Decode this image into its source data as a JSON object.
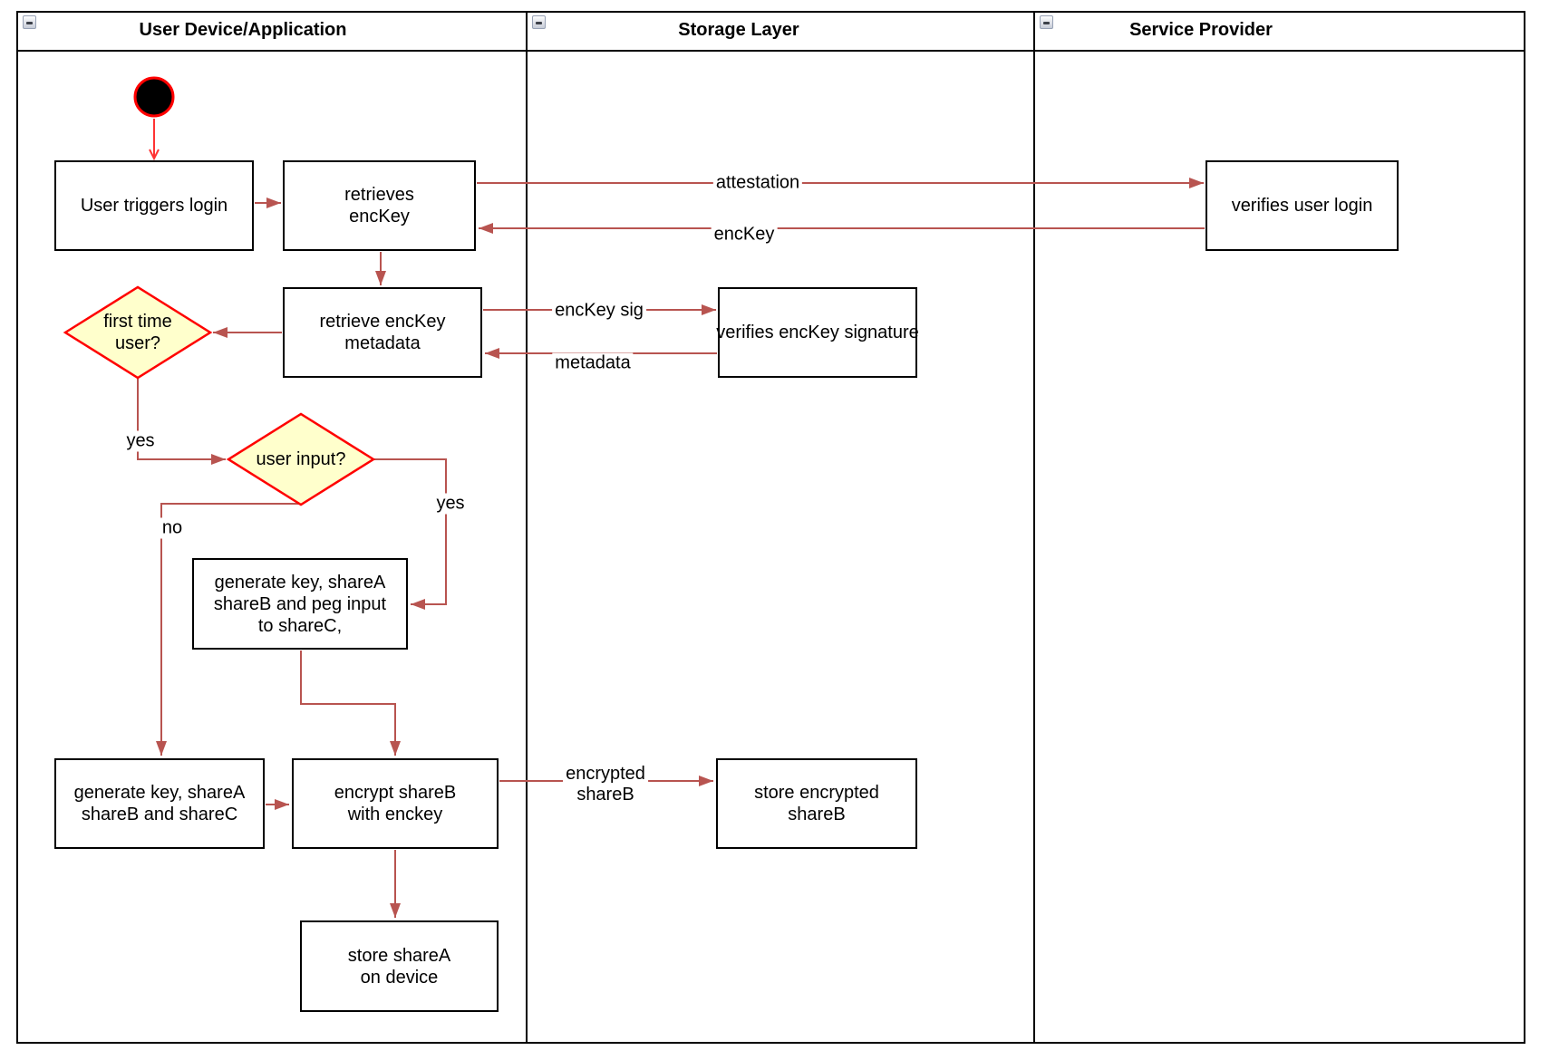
{
  "diagram": {
    "lanes": [
      {
        "title": "User Device/Application"
      },
      {
        "title": "Storage Layer"
      },
      {
        "title": "Service Provider"
      }
    ],
    "icons": {
      "collapse": "minus-icon"
    },
    "nodes": {
      "user_triggers_login": "User triggers login",
      "retrieves_enckey": "retrieves\nencKey",
      "retrieve_enckey_metadata": "retrieve encKey\nmetadata",
      "first_time_user": "first time\nuser?",
      "user_input": "user input?",
      "generate_key_peg": "generate key, shareA\nshareB and peg input\nto shareC,",
      "generate_key_sharec": "generate key, shareA\nshareB and shareC",
      "encrypt_shareb": "encrypt shareB\nwith enckey",
      "store_sharea": "store shareA\non device",
      "verifies_enckey_signature": "verifies encKey signature",
      "store_encrypted_shareb": "store encrypted\nshareB",
      "verifies_user_login": "verifies user login"
    },
    "edge_labels": {
      "attestation": "attestation",
      "enckey": "encKey",
      "enckey_sig": "encKey sig",
      "metadata": "metadata",
      "yes_first_time": "yes",
      "no_user_input": "no",
      "yes_user_input": "yes",
      "encrypted_shareb": "encrypted\nshareB"
    },
    "colors": {
      "edge": "#b85450",
      "start_edge": "#ff3333",
      "diamond_fill": "#ffffcc",
      "diamond_border": "#ff0000",
      "node_border": "#000000",
      "start_node_fill": "#000000",
      "start_node_border": "#ff0000"
    }
  }
}
